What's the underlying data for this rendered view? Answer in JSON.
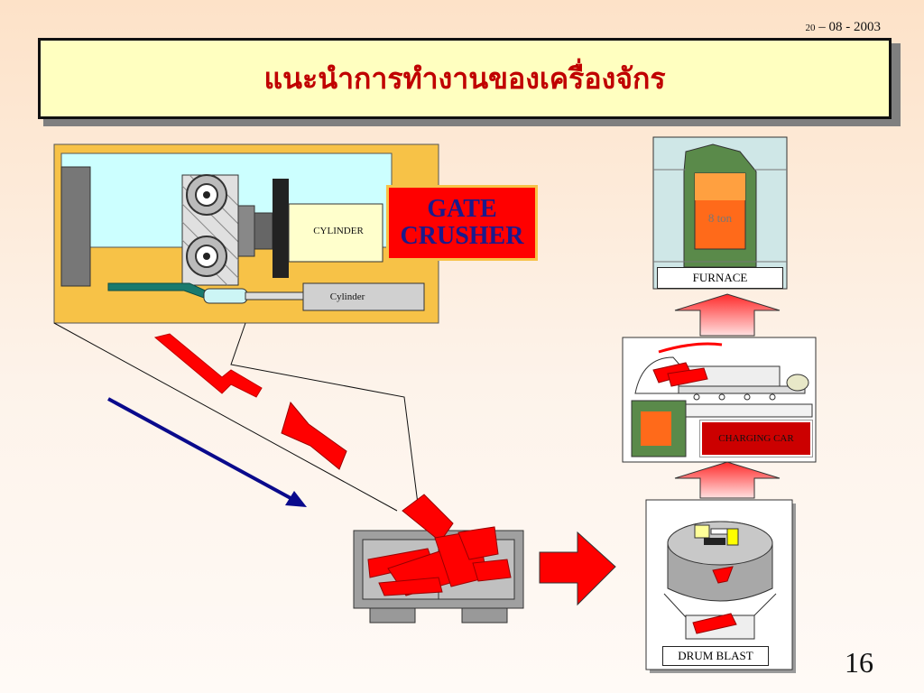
{
  "date": {
    "day": "20",
    "rest": " – 08 - 2003"
  },
  "title": "แนะนำการทำงานของเครื่องจักร",
  "labels": {
    "cylinder_upper": "CYLINDER",
    "cylinder_lower": "Cylinder",
    "gate_line1": "GATE",
    "gate_line2": "CRUSHER",
    "furnace": "FURNACE",
    "furnace_ton": "8 ton",
    "charging_car": "CHARGING CAR",
    "drum_blast": "DRUM BLAST"
  },
  "page_number": "16",
  "colors": {
    "title_text": "#c00000",
    "title_bg": "#ffffc0",
    "red_parts": "#ff0000",
    "arrow_blue": "#0a0a8c"
  }
}
